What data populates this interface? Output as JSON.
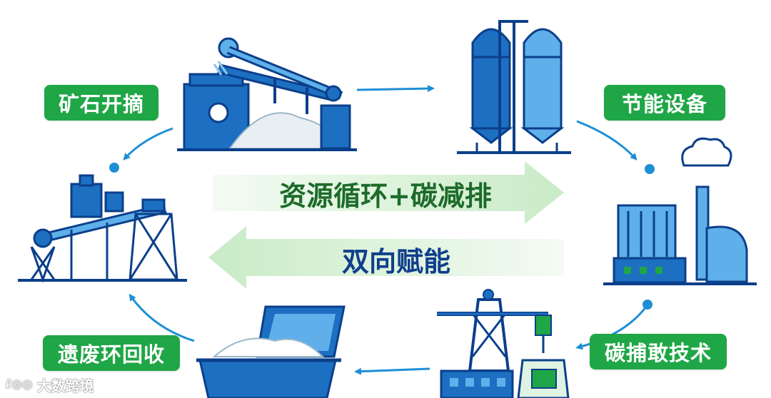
{
  "center": {
    "top_text": "资源循环+碳减排",
    "bottom_text": "双向赋能"
  },
  "labels": {
    "mining": "矿石开摘",
    "energy_saving": "节能设备",
    "carbon_capture": "碳捕敢技术",
    "waste_recycle": "遗废环回收"
  },
  "watermark": {
    "mark": "ℓ◎◎",
    "text": "大数跨境"
  },
  "colors": {
    "blue": "#1d6fc2",
    "dark_blue": "#0b3f8a",
    "light_blue": "#5fb0ea",
    "green": "#1fa646",
    "center_top_text": "#1c6b2a",
    "center_bottom_text": "#0f3f8c"
  }
}
